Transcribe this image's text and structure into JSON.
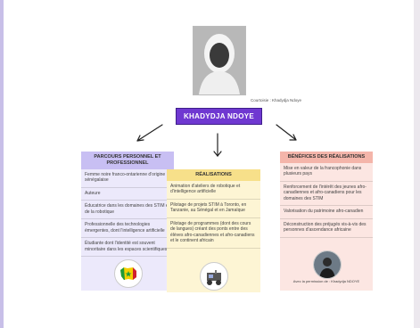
{
  "portrait": {
    "credit": "Courtoisie : Khadydja Ndoye"
  },
  "name": "KHADYDJA NDOYE",
  "columns": {
    "left": {
      "heading": "PARCOURS PERSONNEL ET PROFESSIONNEL",
      "items": [
        "Femme noire franco-ontarienne d'origine sénégalaise",
        "Auteure",
        "Éducatrice dans les domaines des STIM et de la robotique",
        "Professionnelle des technologies émergentes, dont l'intelligence artificielle",
        "Étudiante dont l'identité est souvent minoritaire dans les espaces scientifiques"
      ]
    },
    "middle": {
      "heading": "RÉALISATIONS",
      "items": [
        "Animation d'ateliers de robotique et d'intelligence artificielle",
        "Pilotage de projets STIM à Toronto, en Tanzanie, au Sénégal et en Jamaïque",
        "Pilotage de programmes (dont des cours de langues) créant des ponts entre des élèves afro-canadiennes et afro-canadiens et le continent africain"
      ]
    },
    "right": {
      "heading": "BÉNÉFICES DES RÉALISATIONS",
      "items": [
        "Mise en valeur de la francophonie dans plusieurs pays",
        "Renforcement de l'intérêt des jeunes afro-canadiennes et afro-canadiens pour les domaines des STIM",
        "Valorisation du patrimoine afro-canadien",
        "Déconstruction des préjugés vis-à-vis des personnes d'ascendance africaine"
      ],
      "permission": "Avec la permission de : Khadydja NDOYE"
    }
  },
  "colors": {
    "name_box": "#6f38d1",
    "left_heading": "#c8bff3",
    "middle_heading": "#f7e08a",
    "right_heading": "#f4b5aa",
    "senegal_green": "#1f9a3a",
    "senegal_yellow": "#f4d000",
    "senegal_red": "#d0202c"
  },
  "icons": [
    "portrait-photo",
    "senegal-map-icon",
    "robot-kit-icon",
    "person-photo-icon",
    "arrow-left-down",
    "arrow-down",
    "arrow-right-down"
  ]
}
